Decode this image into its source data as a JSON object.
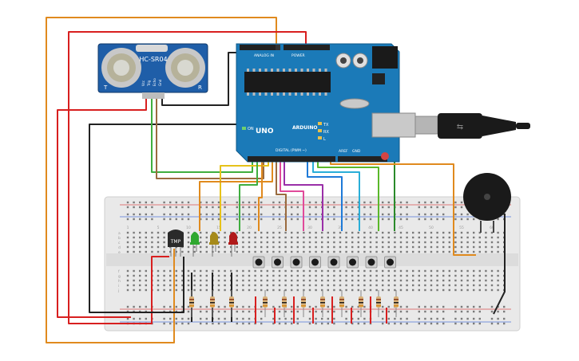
{
  "sensor": {
    "label": "HC-SR04",
    "left_mark": "T",
    "right_mark": "R",
    "pins": [
      "Vcc",
      "Trig",
      "Echo",
      "Gnd"
    ]
  },
  "arduino": {
    "logo": "UNO",
    "brand": "ARDUINO",
    "analog_header": "ANALOG IN",
    "power_header": "POWER",
    "digital_header": "DIGITAL (PWM ~)",
    "on_label": "ON",
    "tx_label": "TX",
    "rx_label": "RX",
    "l_label": "L",
    "aref_label": "AREF",
    "gnd_label": "GND"
  },
  "temp_sensor": {
    "label": "TMP"
  },
  "breadboard": {
    "row_letters_top": [
      "a",
      "b",
      "c",
      "d",
      "e"
    ],
    "row_letters_bottom": [
      "f",
      "g",
      "h",
      "i",
      "j"
    ],
    "col_marks": [
      "1",
      "5",
      "10",
      "15",
      "20",
      "25",
      "30",
      "35",
      "40",
      "45",
      "50",
      "55",
      "60"
    ]
  },
  "leds": [
    {
      "name": "green",
      "color": "#2fa82f"
    },
    {
      "name": "yellow",
      "color": "#a68a1a"
    },
    {
      "name": "red",
      "color": "#b01a1a"
    }
  ],
  "button_count": 8,
  "wire_colors": {
    "orange": "#e08a1e",
    "red": "#d81f1f",
    "black": "#222222",
    "green": "#3fae3f",
    "brown": "#9a6b3f",
    "yellow": "#e6c21a",
    "purple": "#9a2fa8",
    "blue": "#1e7ad8",
    "cyan": "#2aaed8",
    "lime": "#5ab82a",
    "darkgreen": "#2a8a2a"
  }
}
